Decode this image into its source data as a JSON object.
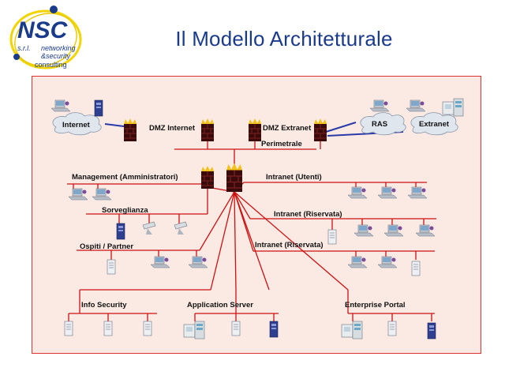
{
  "logo": {
    "main": "NSC",
    "srl": "s.r.l.",
    "line1": "networking",
    "line2": "&security",
    "line3": "consulting"
  },
  "title": "Il Modello Architetturale",
  "labels": {
    "internet": "Internet",
    "dmz_internet": "DMZ Internet",
    "dmz_extranet": "DMZ Extranet",
    "ras": "RAS",
    "extranet": "Extranet",
    "perimetrale": "Perimetrale",
    "management": "Management (Amministratori)",
    "intranet_utenti": "Intranet (Utenti)",
    "sorveglianza": "Sorveglianza",
    "intranet_riservata_1": "Intranet (Riservata)",
    "ospiti_partner": "Ospiti / Partner",
    "intranet_riservata_2": "Intranet (Riservata)",
    "info_security": "Info Security",
    "application_server": "Application Server",
    "enterprise_portal": "Enterprise Portal"
  },
  "colors": {
    "title": "#1a3a8c",
    "frame": "#dd3333",
    "background": "#fbeae4",
    "network_line": "#cc1111",
    "cloud": "#dfe6ee",
    "firewall": "#3a0a0a",
    "flame": "#f2c21b"
  },
  "icons": [
    "firewall-icon",
    "cloud-icon",
    "workstation-icon",
    "server-icon",
    "camera-icon",
    "tower-server-icon"
  ]
}
